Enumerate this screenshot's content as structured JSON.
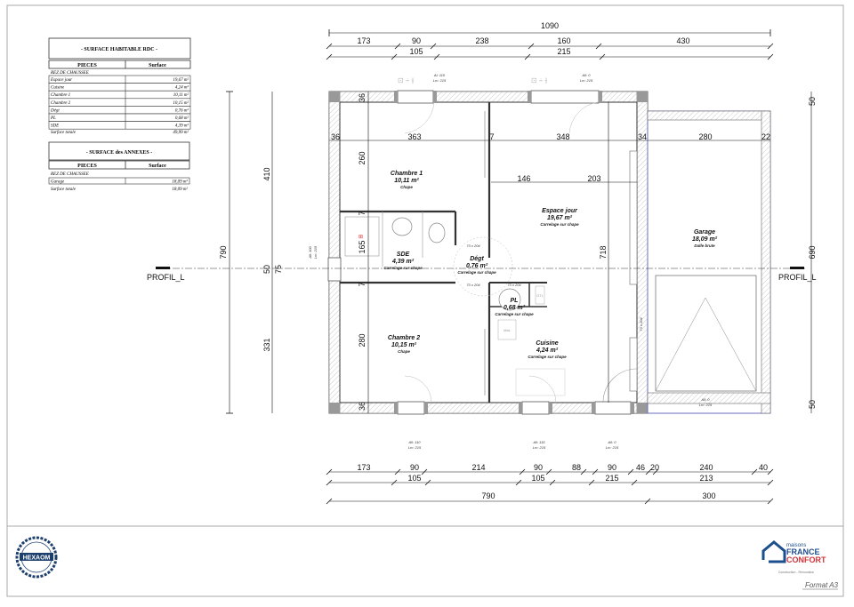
{
  "surface_habitable": {
    "title": "- SURFACE HABITABLE RDC -",
    "col_pieces": "PIECES",
    "col_surface": "Surface",
    "level": "REZ DE CHAUSSEE",
    "rows": [
      {
        "name": "Espace jour",
        "surface": "19,67 m²"
      },
      {
        "name": "Cuisine",
        "surface": "4,24 m²"
      },
      {
        "name": "Chambre 1",
        "surface": "10,11 m²"
      },
      {
        "name": "Chambre 2",
        "surface": "10,15 m²"
      },
      {
        "name": "Dégt",
        "surface": "0,76 m²"
      },
      {
        "name": "PL",
        "surface": "0,68 m²"
      },
      {
        "name": "SDE",
        "surface": "4,39 m²"
      }
    ],
    "total_label": "Surface totale",
    "total_value": "49,99 m²"
  },
  "surface_annexes": {
    "title": "- SURFACE des ANNEXES -",
    "col_pieces": "PIECES",
    "col_surface": "Surface",
    "level": "REZ DE CHAUSSEE",
    "rows": [
      {
        "name": "Garage",
        "surface": "18,09 m²"
      }
    ],
    "total_label": "Surface totale",
    "total_value": "18,09 m²"
  },
  "rooms": {
    "chambre1": {
      "name": "Chambre 1",
      "area": "10,11 m²",
      "floor": "Chape"
    },
    "chambre2": {
      "name": "Chambre 2",
      "area": "10,15 m²",
      "floor": "Chape"
    },
    "sde": {
      "name": "SDE",
      "area": "4,39 m²",
      "floor": "Carrelage sur chape"
    },
    "degt": {
      "name": "Dégt",
      "area": "0,76 m²",
      "floor": "Carrelage sur chape"
    },
    "pl": {
      "name": "PL",
      "area": "0,68 m²",
      "floor": "Carrelage sur chape"
    },
    "espace_jour": {
      "name": "Espace jour",
      "area": "19,67 m²",
      "floor": "Carrelage sur chape"
    },
    "cuisine": {
      "name": "Cuisine",
      "area": "4,24 m²",
      "floor": "Carrelage sur chape"
    },
    "garage": {
      "name": "Garage",
      "area": "18,09 m²",
      "floor": "Dalle brute"
    }
  },
  "fixtures": {
    "gtl": "GTL",
    "mal": "MaL",
    "door": "73 x 204"
  },
  "windows": {
    "top1": [
      "Al: 110",
      "Lrc: 215"
    ],
    "top2": [
      "All: 0",
      "Lrc: 215"
    ],
    "left": [
      "All: 100",
      "Lrc: 215"
    ],
    "bot1": [
      "All: 110",
      "Lrc: 215"
    ],
    "bot2": [
      "All: 115",
      "Lrc: 215"
    ],
    "bot3": [
      "All: 0",
      "Lrc: 215"
    ],
    "garage": [
      "All: 0",
      "Lrc: 215"
    ]
  },
  "section": {
    "left": "PROFIL_L",
    "right": "PROFIL_L"
  },
  "dims": {
    "top_total": "1090",
    "top_row1": [
      "173",
      "90",
      "238",
      "160",
      "430"
    ],
    "top_row2": [
      "105",
      "215"
    ],
    "inner_h": [
      "36",
      "363",
      "7",
      "348",
      "34",
      "280",
      "22"
    ],
    "inner_h2": [
      "146",
      "203"
    ],
    "inner_v": [
      "36",
      "260",
      "7",
      "165",
      "7",
      "280",
      "36"
    ],
    "left_total": "790",
    "left_parts": [
      "410",
      "50",
      "75",
      "331"
    ],
    "right_parts": [
      "50",
      "690",
      "50"
    ],
    "espace_v": "718",
    "bot_row1": [
      "173",
      "90",
      "214",
      "90",
      "88",
      "90",
      "46",
      "20",
      "240",
      "40"
    ],
    "bot_row2": [
      "105",
      "105",
      "215",
      "213"
    ],
    "bot_row3": [
      "790",
      "300"
    ]
  },
  "footer": {
    "brand_top": "maisons",
    "brand_line1": "FRANCE",
    "brand_line2": "CONFORT",
    "brand_tagline": "Construction - Rénovation",
    "format": "Format A3",
    "seal_text": "HEXAOM"
  },
  "colors": {
    "brand_blue": "#1d4f8c",
    "brand_red": "#d1343a",
    "wall_grey": "#9a9a9a",
    "garage_accent": "#6b6bbf"
  }
}
